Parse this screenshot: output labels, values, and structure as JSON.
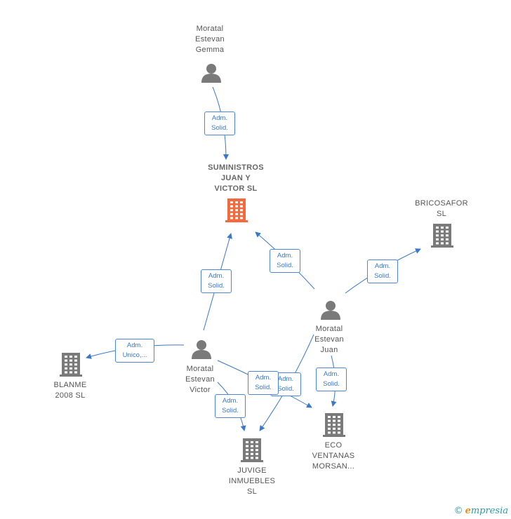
{
  "colors": {
    "edge": "#3a78c8",
    "person": "#7a7a7a",
    "company": "#7a7a7a",
    "company_highlight": "#f26a3d"
  },
  "nodes": {
    "gemma": {
      "label": "Moratal\nEstevan\nGemma",
      "icon": "person-icon"
    },
    "suministros": {
      "label": "SUMINISTROS\nJUAN Y\nVICTOR  SL",
      "icon": "building-icon"
    },
    "bricosafor": {
      "label": "BRICOSAFOR\nSL",
      "icon": "building-icon"
    },
    "juan": {
      "label": "Moratal\nEstevan\nJuan",
      "icon": "person-icon"
    },
    "victor": {
      "label": "Moratal\nEstevan\nVictor",
      "icon": "person-icon"
    },
    "blanme": {
      "label": "BLANME\n2008  SL",
      "icon": "building-icon"
    },
    "eco": {
      "label": "ECO\nVENTANAS\nMORSAN...",
      "icon": "building-icon"
    },
    "juvige": {
      "label": "JUVIGE\nINMUEBLES\nSL",
      "icon": "building-icon"
    }
  },
  "edges": {
    "gemma_suministros": "Adm.\nSolid.",
    "victor_suministros": "Adm.\nSolid.",
    "juan_suministros": "Adm.\nSolid.",
    "juan_bricosafor": "Adm.\nSolid.",
    "victor_blanme": "Adm.\nUnico,...",
    "juan_juvige": "Adm.\nSolid.",
    "victor_eco": "Adm.\nSolid.",
    "juan_eco": "Adm.\nSolid.",
    "victor_juvige": "Adm.\nSolid."
  },
  "footer": {
    "copyright": "©",
    "brand_first": "e",
    "brand_rest": "mpresia"
  }
}
